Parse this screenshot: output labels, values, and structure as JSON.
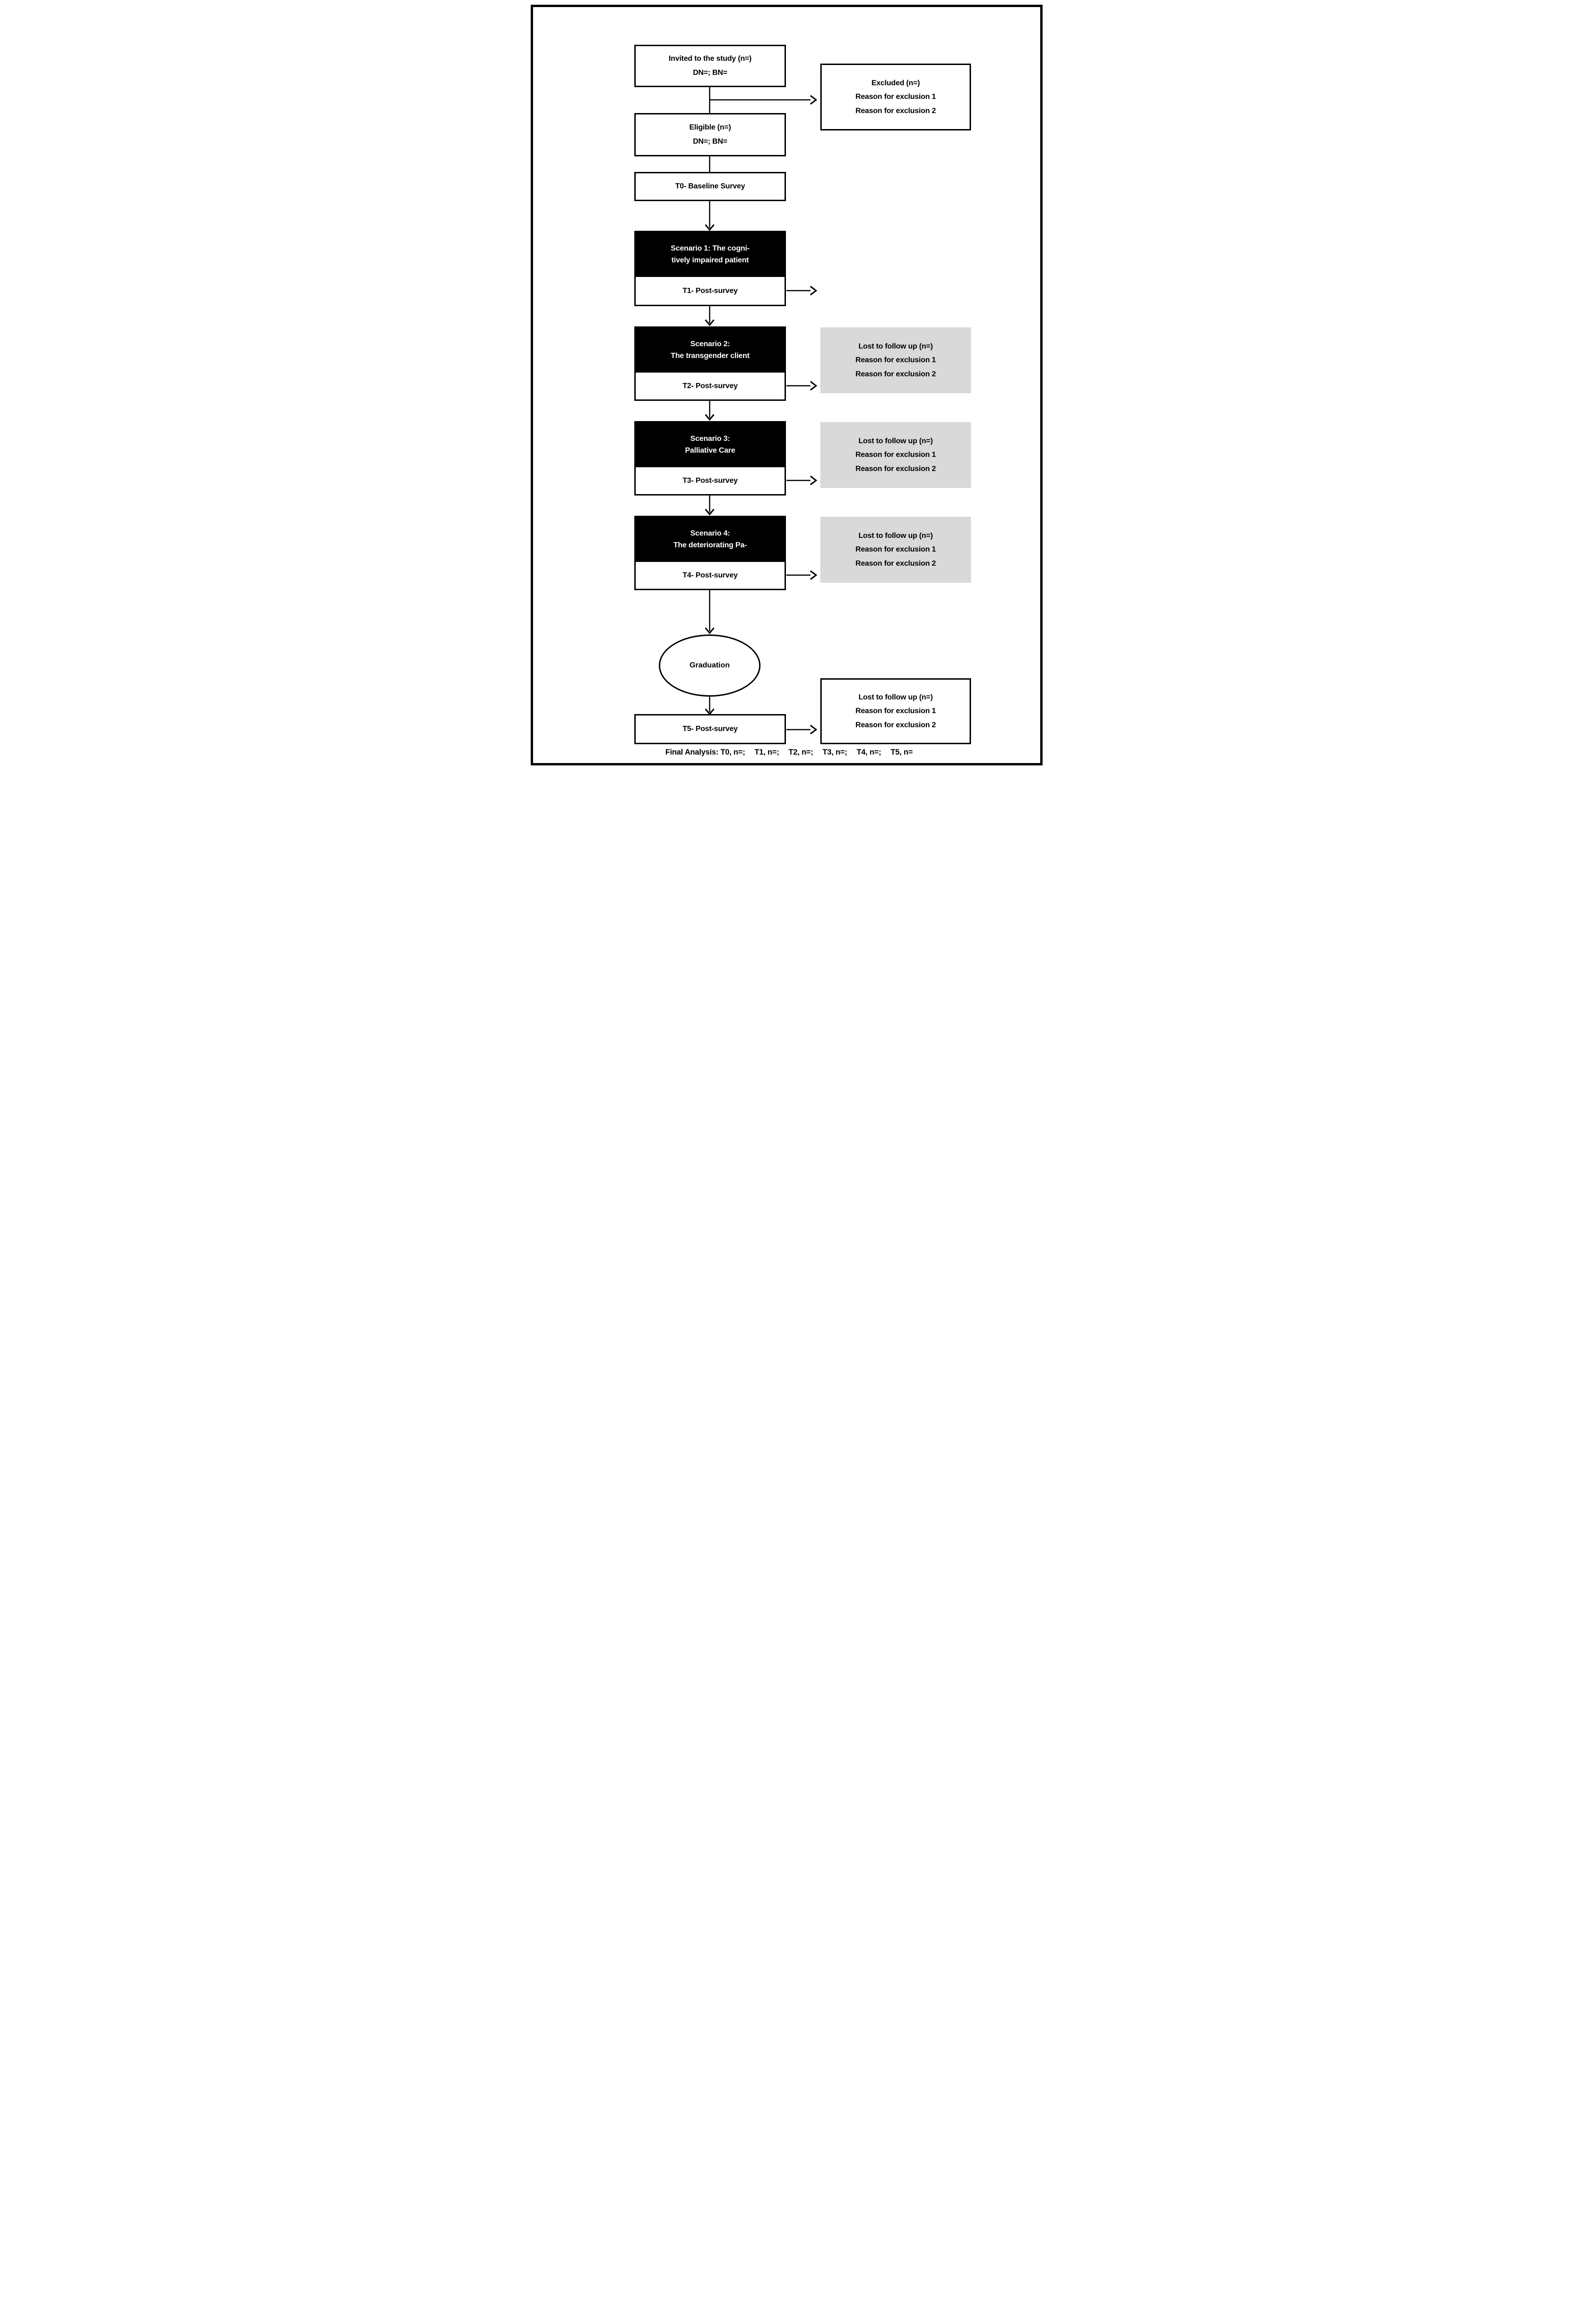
{
  "colors": {
    "ink": "#000000",
    "paper": "#ffffff",
    "gray_box_fill": "#d9d9d9"
  },
  "nodes": {
    "invited": {
      "lines": [
        "Invited to the study (n=)",
        "DN=; BN="
      ]
    },
    "excluded": {
      "lines": [
        "Excluded (n=)",
        "Reason for exclusion 1",
        "Reason for exclusion 2"
      ]
    },
    "eligible": {
      "lines": [
        "Eligible (n=)",
        "DN=; BN="
      ]
    },
    "t0": {
      "label": "T0- Baseline Survey"
    },
    "scenario1": {
      "title_lines": [
        "Scenario 1: The cogni-",
        "tively impaired patient"
      ],
      "survey_label": "T1- Post-survey"
    },
    "scenario2": {
      "title_lines": [
        "Scenario 2:",
        "The transgender client"
      ],
      "survey_label": "T2- Post-survey"
    },
    "scenario3": {
      "title_lines": [
        "Scenario 3:",
        "Palliative Care"
      ],
      "survey_label": "T3- Post-survey"
    },
    "scenario4": {
      "title_lines": [
        "Scenario 4:",
        "The deteriorating Pa-"
      ],
      "survey_label": "T4- Post-survey"
    },
    "lost_t2": {
      "lines": [
        "Lost to follow up (n=)",
        "Reason for exclusion 1",
        "Reason for exclusion 2"
      ]
    },
    "lost_t3": {
      "lines": [
        "Lost to follow up (n=)",
        "Reason for exclusion 1",
        "Reason for exclusion 2"
      ]
    },
    "lost_t4": {
      "lines": [
        "Lost to follow up (n=)",
        "Reason for exclusion 1",
        "Reason for exclusion 2"
      ]
    },
    "graduation": {
      "label": "Graduation"
    },
    "t5": {
      "label": "T5- Post-survey"
    },
    "lost_t5": {
      "lines": [
        "Lost to follow up (n=)",
        "Reason for exclusion 1",
        "Reason for exclusion 2"
      ]
    }
  },
  "footer": {
    "items": [
      "Final Analysis: T0, n=;",
      "T1, n=;",
      "T2, n=;",
      "T3, n=;",
      "T4, n=;",
      "T5, n="
    ]
  }
}
